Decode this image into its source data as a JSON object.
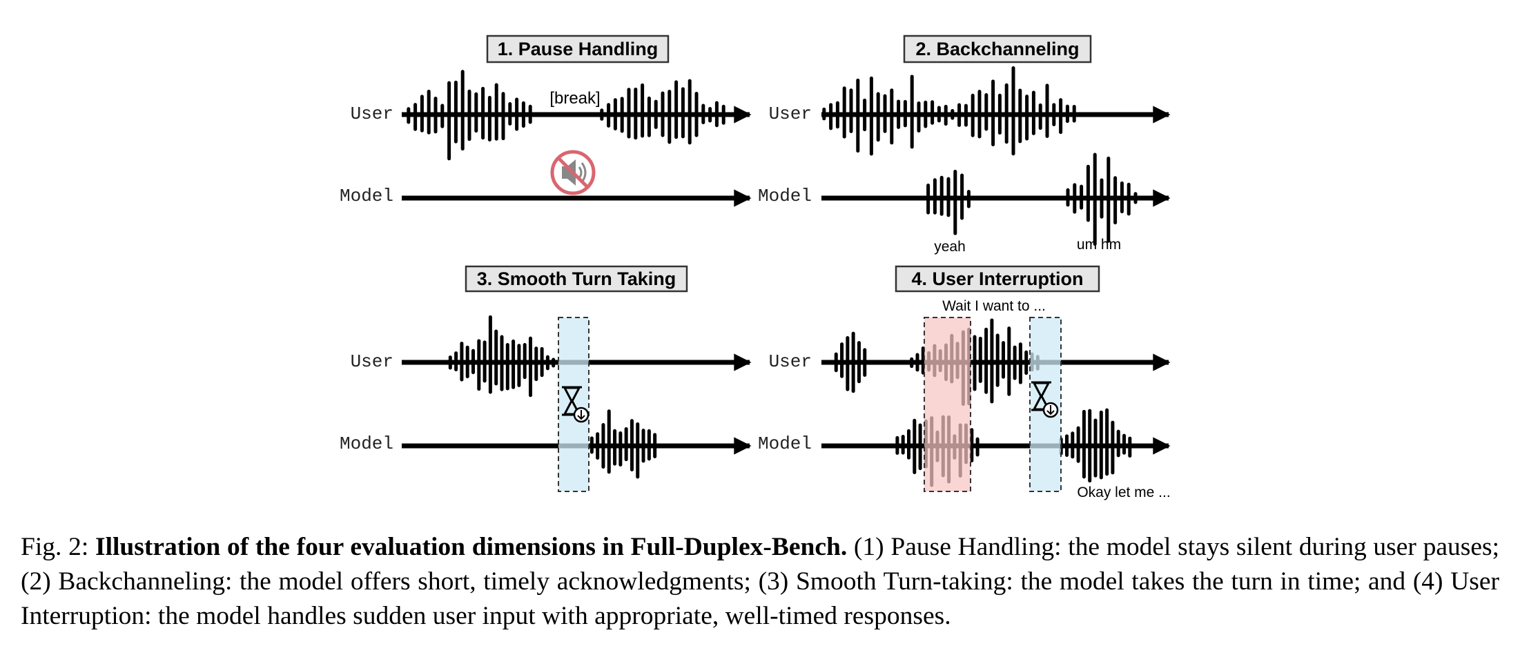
{
  "panels": [
    {
      "title": "1. Pause Handling",
      "user_label": "User",
      "model_label": "Model",
      "annotations": [
        "[break]"
      ]
    },
    {
      "title": "2. Backchanneling",
      "user_label": "User",
      "model_label": "Model",
      "annotations": [
        "yeah",
        "um hm"
      ]
    },
    {
      "title": "3. Smooth Turn Taking",
      "user_label": "User",
      "model_label": "Model",
      "annotations": []
    },
    {
      "title": "4. User Interruption",
      "user_label": "User",
      "model_label": "Model",
      "annotations": [
        "Wait I want to ...",
        "Okay let me ..."
      ]
    }
  ],
  "icons": [
    "muted-speaker-icon",
    "hourglass-icon"
  ],
  "colors": {
    "interruption_overlap": "#f7c5c3",
    "turn_gap": "#cde9f6",
    "mute_sign": "#d9666f"
  },
  "caption": {
    "prefix": "Fig. 2: ",
    "bold": "Illustration of the four evaluation dimensions in Full-Duplex-Bench.",
    "body": " (1) Pause Handling: the model stays silent during user pauses; (2) Backchanneling: the model offers short, timely acknowledgments; (3) Smooth Turn-taking: the model takes the turn in time; and (4) User Interruption: the model handles sudden user input with appropriate, well-timed responses."
  }
}
